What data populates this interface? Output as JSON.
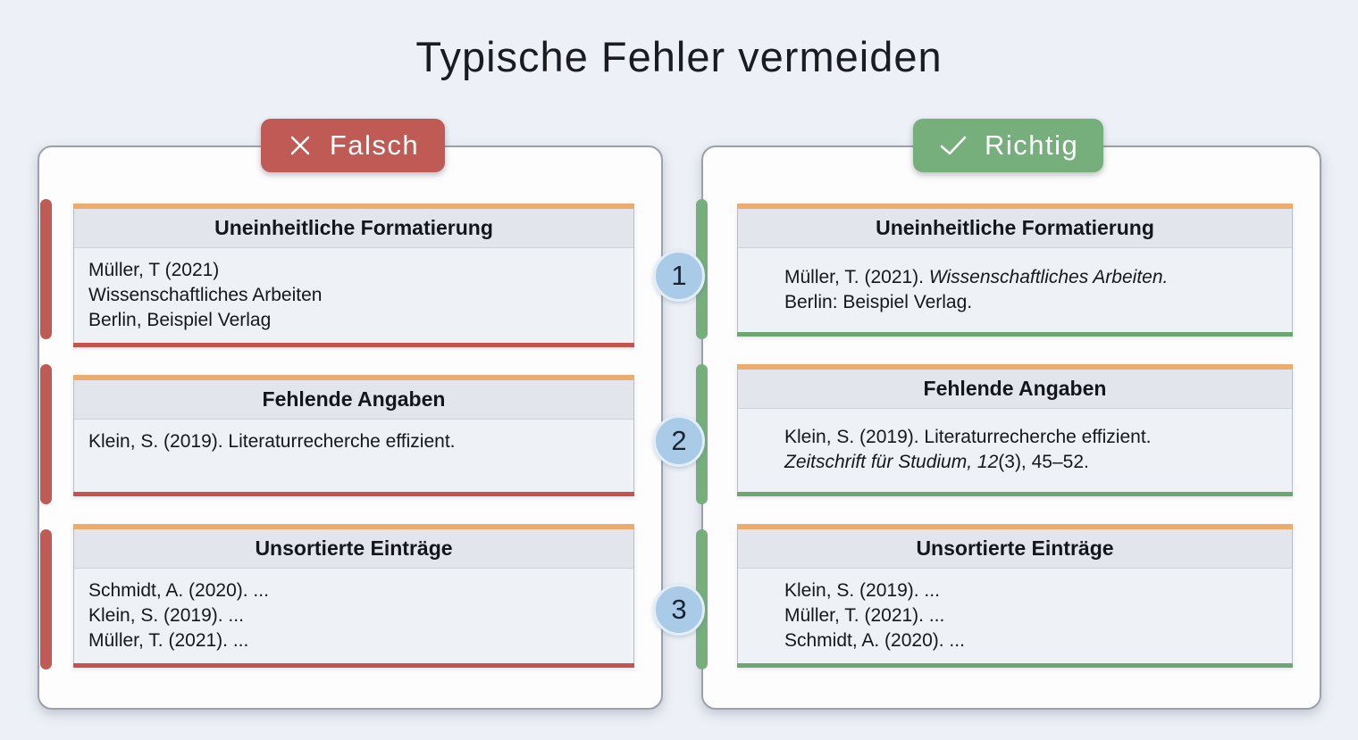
{
  "title": "Typische Fehler vermeiden",
  "colors": {
    "wrong_red": "#bf5a54",
    "right_green": "#76ae7c",
    "card_top_orange": "#ebac6d",
    "step_circle_blue": "#a9cbe8"
  },
  "steps": [
    "1",
    "2",
    "3"
  ],
  "panels": [
    {
      "id": "falsch",
      "badge": "Falsch",
      "badge_icon": "x-icon",
      "cards": [
        {
          "header": "Uneinheitliche Formatierung",
          "lines": [
            [
              {
                "t": "Müller, T (2021)"
              }
            ],
            [
              {
                "t": "Wissenschaftliches Arbeiten"
              }
            ],
            [
              {
                "t": "Berlin, Beispiel Verlag"
              }
            ]
          ]
        },
        {
          "header": "Fehlende Angaben",
          "lines": [
            [
              {
                "t": "Klein, S. (2019). Literaturrecherche effizient."
              }
            ]
          ]
        },
        {
          "header": "Unsortierte Einträge",
          "lines": [
            [
              {
                "t": "Schmidt, A. (2020). ..."
              }
            ],
            [
              {
                "t": "Klein, S. (2019). ..."
              }
            ],
            [
              {
                "t": "Müller, T. (2021). ..."
              }
            ]
          ]
        }
      ]
    },
    {
      "id": "richtig",
      "badge": "Richtig",
      "badge_icon": "check-icon",
      "cards": [
        {
          "header": "Uneinheitliche Formatierung",
          "lines": [
            [
              {
                "t": "Müller, T. (2021). "
              },
              {
                "t": "Wissenschaftliches Arbeiten.",
                "i": true
              }
            ],
            [
              {
                "t": "Berlin: Beispiel Verlag."
              }
            ]
          ]
        },
        {
          "header": "Fehlende Angaben",
          "lines": [
            [
              {
                "t": "Klein, S. (2019). Literaturrecherche effizient."
              }
            ],
            [
              {
                "t": "Zeitschrift für Studium, 12",
                "i": true
              },
              {
                "t": "(3), 45–52."
              }
            ]
          ]
        },
        {
          "header": "Unsortierte Einträge",
          "lines": [
            [
              {
                "t": "Klein, S. (2019). ..."
              }
            ],
            [
              {
                "t": "Müller, T. (2021). ..."
              }
            ],
            [
              {
                "t": "Schmidt, A. (2020). ..."
              }
            ]
          ]
        }
      ]
    }
  ]
}
